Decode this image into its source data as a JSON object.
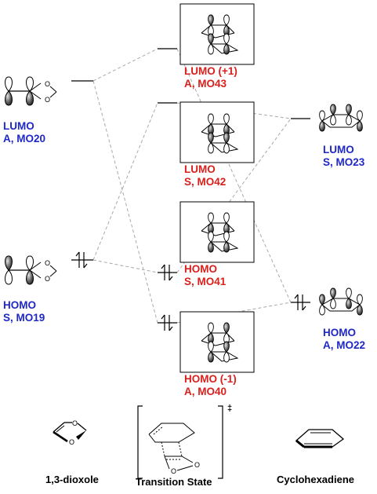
{
  "molecules": [
    {
      "id": "dioxole",
      "caption": "1,3-dioxole"
    },
    {
      "id": "ts",
      "caption": "Transition State",
      "ts_symbol": "‡"
    },
    {
      "id": "diene",
      "caption": "Cyclohexadiene"
    }
  ],
  "orbitals": {
    "left_lumo": {
      "line1": "LUMO",
      "line2": "A, MO20"
    },
    "left_homo": {
      "line1": "HOMO",
      "line2": "S, MO19"
    },
    "right_lumo": {
      "line1": "LUMO",
      "line2": "S, MO23"
    },
    "right_homo": {
      "line1": "HOMO",
      "line2": "A, MO22"
    },
    "ts_mo43": {
      "line1": "LUMO (+1)",
      "line2": "A, MO43"
    },
    "ts_mo42": {
      "line1": "LUMO",
      "line2": "S, MO42"
    },
    "ts_mo41": {
      "line1": "HOMO",
      "line2": "S, MO41"
    },
    "ts_mo40": {
      "line1": "HOMO (-1)",
      "line2": "A, MO40"
    }
  },
  "colors": {
    "reactant_label": "#1f27c8",
    "ts_label": "#d8201c",
    "correlation": "#a8a8a8"
  },
  "electron_symbol": "up-down-arrow-pair"
}
